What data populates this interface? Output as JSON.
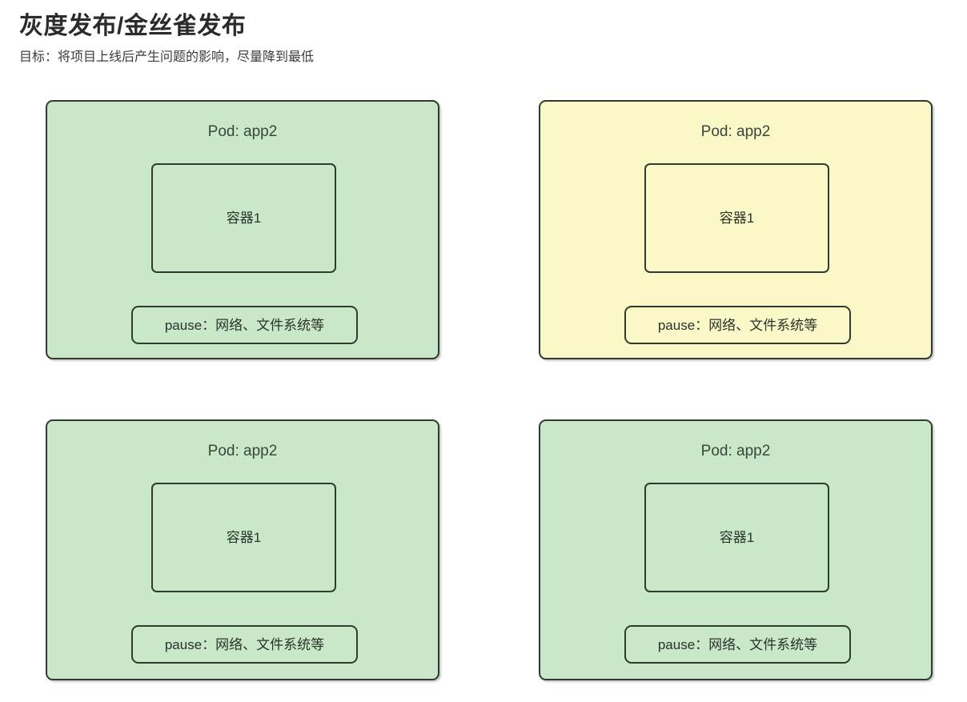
{
  "header": {
    "title": "灰度发布/金丝雀发布",
    "subtitle": "目标：将项目上线后产生问题的影响，尽量降到最低"
  },
  "colors": {
    "green_fill": "#c9e7c9",
    "yellow_fill": "#fbf8c8",
    "border": "#2f3b2f",
    "page_background": "#ffffff",
    "title_text": "#2b2b2b"
  },
  "pods": [
    {
      "pod_label": "Pod: app2",
      "container_label": "容器1",
      "pause_label": "pause：网络、文件系统等",
      "state": "green"
    },
    {
      "pod_label": "Pod: app2",
      "container_label": "容器1",
      "pause_label": "pause：网络、文件系统等",
      "state": "yellow"
    },
    {
      "pod_label": "Pod: app2",
      "container_label": "容器1",
      "pause_label": "pause：网络、文件系统等",
      "state": "green"
    },
    {
      "pod_label": "Pod: app2",
      "container_label": "容器1",
      "pause_label": "pause：网络、文件系统等",
      "state": "green"
    }
  ]
}
